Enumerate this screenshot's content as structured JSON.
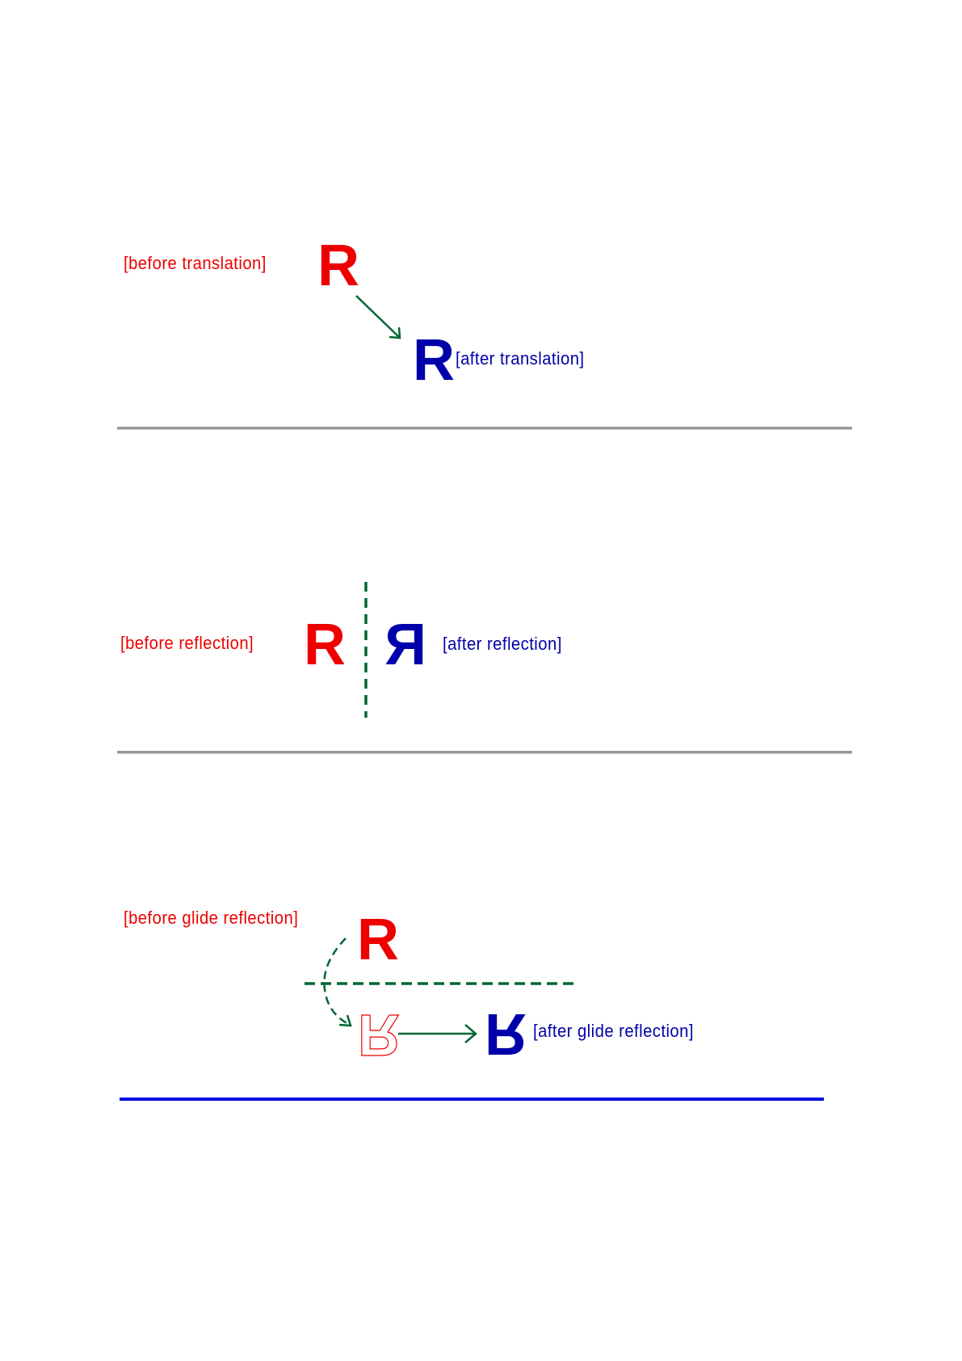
{
  "colors": {
    "before": "#ee0000",
    "after": "#0000aa",
    "arrow": "#006633",
    "divider": "#999999",
    "end_rule": "#0011dd"
  },
  "translation": {
    "before_label": "[before translation]",
    "after_label": "[after translation]",
    "glyph": "R"
  },
  "reflection": {
    "before_label": "[before reflection]",
    "after_label": "[after reflection]",
    "glyph": "R"
  },
  "glide_reflection": {
    "before_label": "[before glide reflection]",
    "after_label": "[after glide reflection]",
    "glyph": "R"
  }
}
